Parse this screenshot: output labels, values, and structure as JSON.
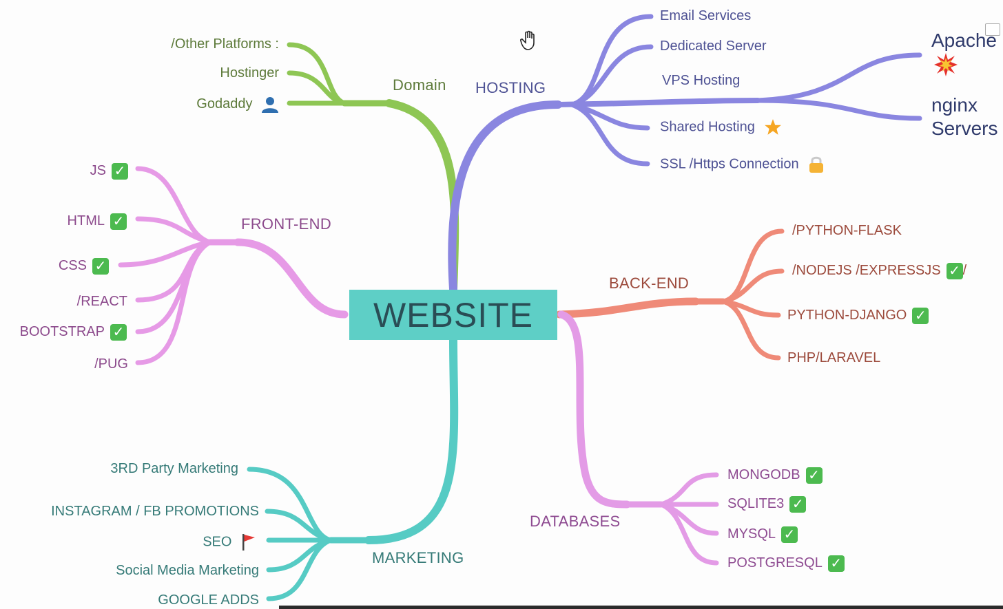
{
  "center": {
    "label": "WEBSITE",
    "color": "#5ecfc6"
  },
  "colors": {
    "domain": "#8ec654",
    "hosting": "#8a86e0",
    "frontend": "#e69ae6",
    "backend": "#ef8a78",
    "databases": "#e39be6",
    "marketing": "#56cbc4",
    "domain_text": "#5d7a3a",
    "hosting_text": "#4e5294",
    "frontend_text": "#8c4a8c",
    "backend_text": "#9c4a3c",
    "databases_text": "#8e4b91",
    "marketing_text": "#357a77"
  },
  "categories": {
    "domain": {
      "label": "Domain",
      "items": [
        {
          "label": "/Other Platforms :"
        },
        {
          "label": "Hostinger"
        },
        {
          "label": "Godaddy",
          "icon": "user-icon"
        }
      ]
    },
    "hosting": {
      "label": "HOSTING",
      "items": [
        {
          "label": "Email Services"
        },
        {
          "label": "Dedicated Server"
        },
        {
          "label": "VPS Hosting"
        },
        {
          "label": "Shared Hosting",
          "icon": "star-icon"
        },
        {
          "label": "SSL /Https Connection",
          "icon": "lock-icon"
        }
      ],
      "vps_children": [
        "Apache",
        "nginx Servers"
      ]
    },
    "frontend": {
      "label": "FRONT-END",
      "items": [
        {
          "label": "JS",
          "check": true
        },
        {
          "label": "HTML",
          "check": true
        },
        {
          "label": "CSS",
          "check": true
        },
        {
          "label": "/REACT"
        },
        {
          "label": "BOOTSTRAP",
          "check": true
        },
        {
          "label": "/PUG"
        }
      ]
    },
    "backend": {
      "label": "BACK-END",
      "items": [
        {
          "label": "/PYTHON-FLASK"
        },
        {
          "label": "/NODEJS /EXPRESSJS",
          "check": true,
          "suffix": "/"
        },
        {
          "label": "PYTHON-DJANGO",
          "check": true
        },
        {
          "label": "PHP/LARAVEL"
        }
      ]
    },
    "databases": {
      "label": "DATABASES",
      "items": [
        {
          "label": "MONGODB",
          "check": true
        },
        {
          "label": "SQLITE3",
          "check": true
        },
        {
          "label": "MYSQL",
          "check": true
        },
        {
          "label": "POSTGRESQL",
          "check": true
        }
      ]
    },
    "marketing": {
      "label": "MARKETING",
      "items": [
        {
          "label": "3RD Party Marketing"
        },
        {
          "label": "INSTAGRAM / FB PROMOTIONS"
        },
        {
          "label": "SEO",
          "icon": "flag-icon"
        },
        {
          "label": "Social Media Marketing"
        },
        {
          "label": "GOOGLE ADDS"
        }
      ]
    }
  },
  "check_glyph": "✓",
  "suffix_slash": "/",
  "cursor_icon": "hand-cursor-icon",
  "apache_icon": "explosion-icon"
}
